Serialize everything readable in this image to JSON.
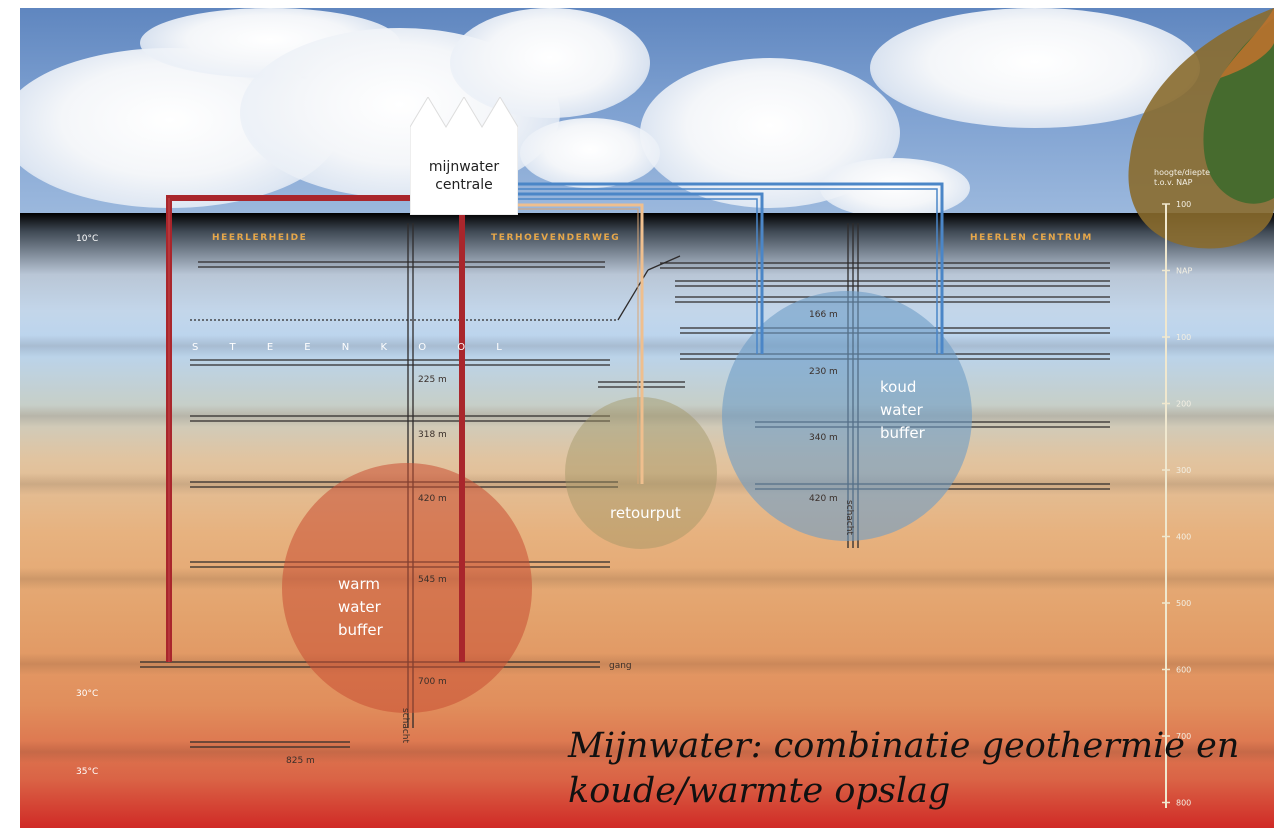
{
  "plant": {
    "line1": "mijnwater",
    "line2": "centrale"
  },
  "locations": {
    "heerlerheide": "HEERLERHEIDE",
    "terhoevenderweg": "TERHOEVENDERWEG",
    "heerlen_centrum": "HEERLEN CENTRUM"
  },
  "layer": {
    "coal": "S T E E N K O O L"
  },
  "temperatures": {
    "top": "10°C",
    "mid": "30°C",
    "bottom": "35°C"
  },
  "depths": {
    "d166": "166 m",
    "d225": "225 m",
    "d230": "230 m",
    "d318": "318 m",
    "d340": "340 m",
    "d420_left": "420 m",
    "d420_right": "420 m",
    "d545": "545 m",
    "d700": "700 m",
    "d825": "825 m"
  },
  "labels": {
    "gang": "gang",
    "schacht_left": "schacht",
    "schacht_right": "schacht"
  },
  "buffers": {
    "warm": [
      "warm",
      "water",
      "buffer"
    ],
    "koud": [
      "koud",
      "water",
      "buffer"
    ],
    "retour": "retourput"
  },
  "scale": {
    "title1": "hoogte/diepte",
    "title2": "t.o.v. NAP",
    "ticks": [
      "100",
      "NAP",
      "100",
      "200",
      "300",
      "400",
      "500",
      "600",
      "700",
      "800"
    ]
  },
  "caption": {
    "line1": "Mijnwater: combinatie geothermie en",
    "line2": "koude/warmte opslag"
  },
  "colors": {
    "warm_pipe": "#a9262c",
    "cold_pipe": "#4b86c7",
    "return_pipe": "#efbf8e"
  }
}
